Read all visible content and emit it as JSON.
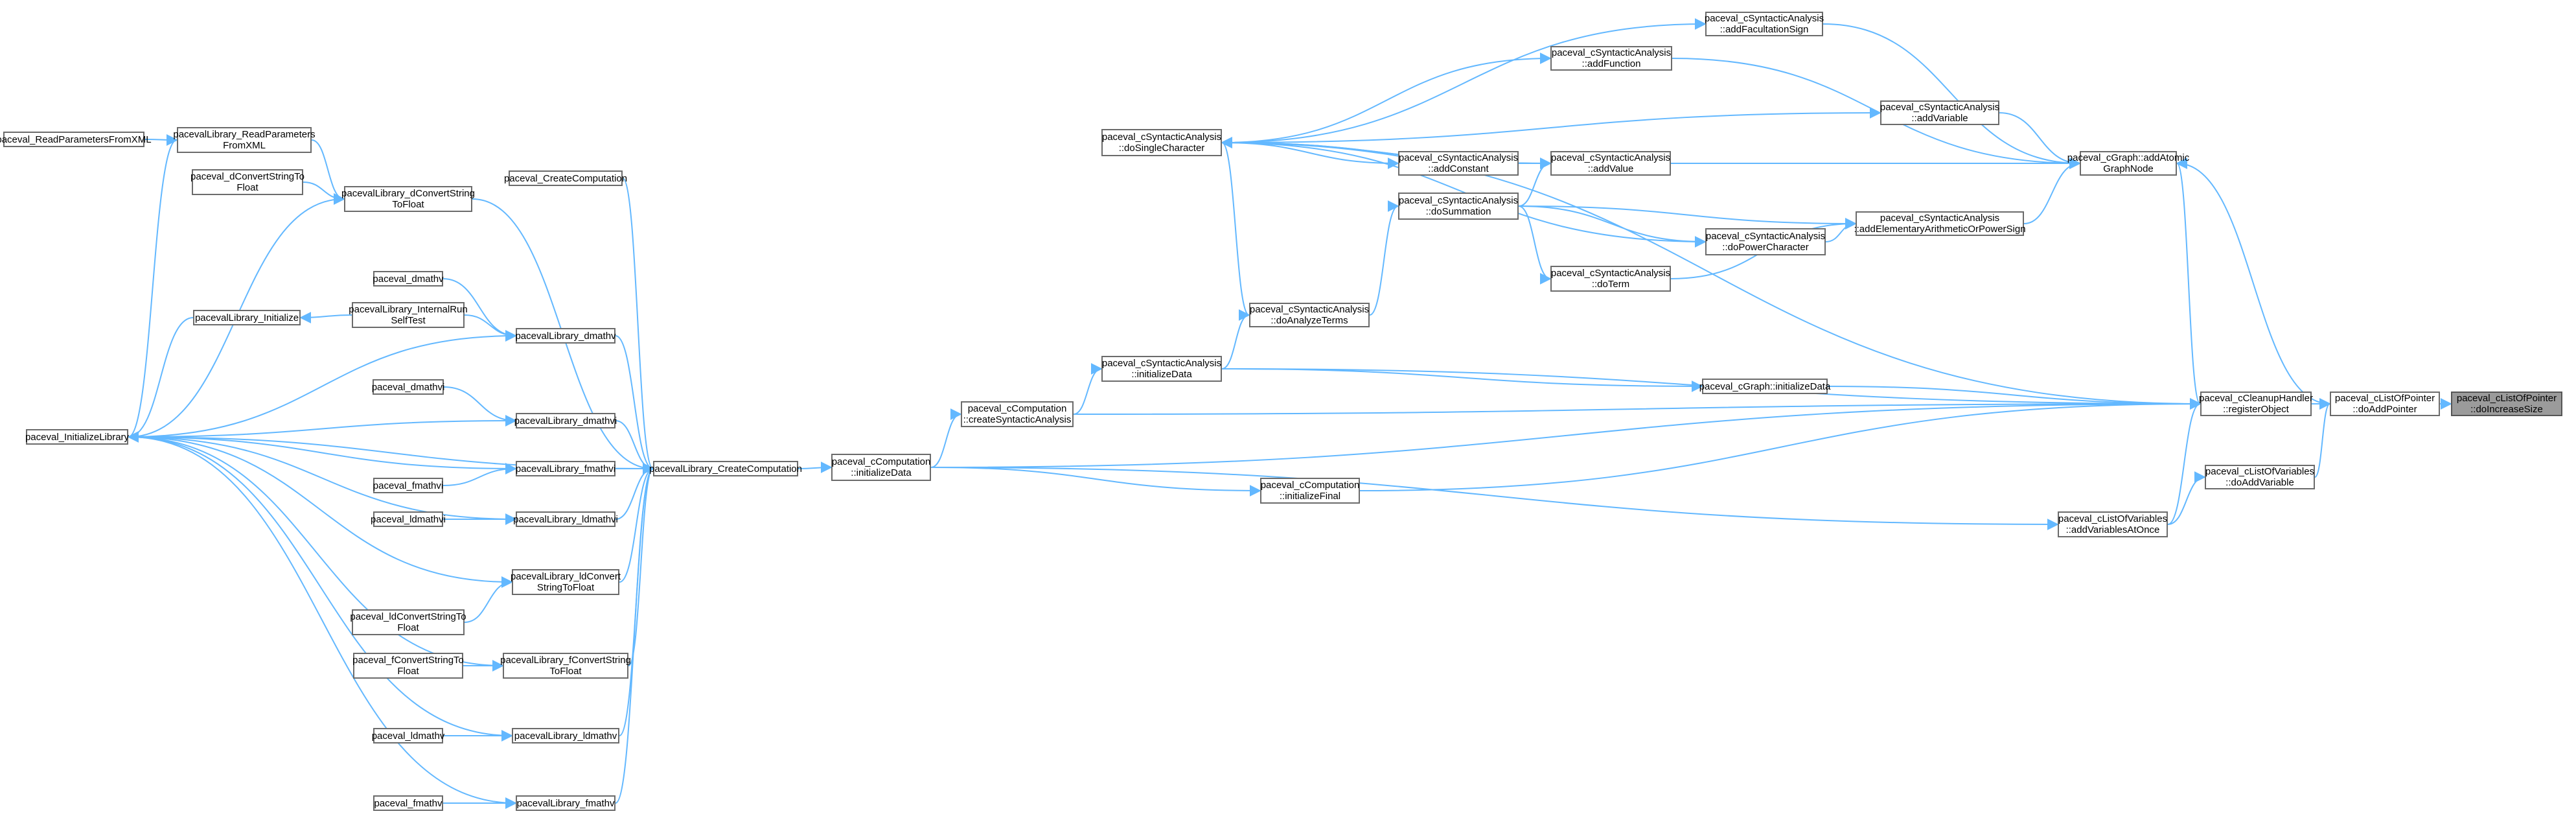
{
  "diagram": {
    "nodes": [
      {
        "id": "n1",
        "label": "paceval_cListOfPointer\n::doIncreaseSize",
        "highlight": true
      },
      {
        "id": "n2",
        "label": "paceval_cListOfPointer\n::doAddPointer"
      },
      {
        "id": "n3",
        "label": "paceval_cGraph::addAtomic\nGraphNode"
      },
      {
        "id": "n4",
        "label": "paceval_cCleanupHandler\n::registerObject"
      },
      {
        "id": "n5",
        "label": "paceval_cListOfVariables\n::doAddVariable"
      },
      {
        "id": "n6",
        "label": "paceval_cSyntacticAnalysis\n::addFacultationSign"
      },
      {
        "id": "n7",
        "label": "paceval_cSyntacticAnalysis\n::addFunction"
      },
      {
        "id": "n8",
        "label": "paceval_cSyntacticAnalysis\n::addVariable"
      },
      {
        "id": "n9",
        "label": "paceval_cSyntacticAnalysis\n::addValue"
      },
      {
        "id": "n10",
        "label": "paceval_cSyntacticAnalysis\n::addElementaryArithmeticOrPowerSign"
      },
      {
        "id": "n11",
        "label": "paceval_cSyntacticAnalysis\n::doSingleCharacter"
      },
      {
        "id": "n12",
        "label": "paceval_cSyntacticAnalysis\n::addConstant"
      },
      {
        "id": "n13",
        "label": "paceval_cSyntacticAnalysis\n::doSummation"
      },
      {
        "id": "n14",
        "label": "paceval_cSyntacticAnalysis\n::doPowerCharacter"
      },
      {
        "id": "n15",
        "label": "paceval_cSyntacticAnalysis\n::doTerm"
      },
      {
        "id": "n16",
        "label": "paceval_cSyntacticAnalysis\n::doAnalyzeTerms"
      },
      {
        "id": "n17",
        "label": "paceval_cSyntacticAnalysis\n::initializeData"
      },
      {
        "id": "n18",
        "label": "paceval_cGraph::initializeData"
      },
      {
        "id": "n19",
        "label": "paceval_cComputation\n::createSyntacticAnalysis"
      },
      {
        "id": "n20",
        "label": "paceval_cComputation\n::initializeData"
      },
      {
        "id": "n21",
        "label": "paceval_cComputation\n::initializeFinal"
      },
      {
        "id": "n22",
        "label": "paceval_cListOfVariables\n::addVariablesAtOnce"
      },
      {
        "id": "n23",
        "label": "pacevalLibrary_CreateComputation"
      },
      {
        "id": "n24",
        "label": "paceval_CreateComputation"
      },
      {
        "id": "n25",
        "label": "pacevalLibrary_dConvertString\nToFloat"
      },
      {
        "id": "n26",
        "label": "pacevalLibrary_ReadParameters\nFromXML"
      },
      {
        "id": "n27",
        "label": "paceval_ReadParametersFromXML"
      },
      {
        "id": "n28",
        "label": "paceval_dConvertStringTo\nFloat"
      },
      {
        "id": "n29",
        "label": "paceval_InitializeLibrary"
      },
      {
        "id": "n30",
        "label": "pacevalLibrary_Initialize"
      },
      {
        "id": "n31",
        "label": "pacevalLibrary_InternalRun\nSelfTest"
      },
      {
        "id": "n32",
        "label": "paceval_dmathv"
      },
      {
        "id": "n33",
        "label": "pacevalLibrary_dmathv"
      },
      {
        "id": "n34",
        "label": "paceval_dmathvi"
      },
      {
        "id": "n35",
        "label": "pacevalLibrary_dmathvi"
      },
      {
        "id": "n36",
        "label": "paceval_fmathvi"
      },
      {
        "id": "n37",
        "label": "pacevalLibrary_fmathvi"
      },
      {
        "id": "n38",
        "label": "paceval_ldmathvi"
      },
      {
        "id": "n39",
        "label": "pacevalLibrary_ldmathvi"
      },
      {
        "id": "n40",
        "label": "pacevalLibrary_ldConvert\nStringToFloat"
      },
      {
        "id": "n41",
        "label": "paceval_ldConvertStringTo\nFloat"
      },
      {
        "id": "n42",
        "label": "paceval_fConvertStringTo\nFloat"
      },
      {
        "id": "n43",
        "label": "pacevalLibrary_fConvertString\nToFloat"
      },
      {
        "id": "n44",
        "label": "paceval_ldmathv"
      },
      {
        "id": "n45",
        "label": "pacevalLibrary_ldmathv"
      },
      {
        "id": "n46",
        "label": "paceval_fmathv"
      },
      {
        "id": "n47",
        "label": "pacevalLibrary_fmathv"
      }
    ],
    "edges": [
      [
        "n2",
        "n1"
      ],
      [
        "n3",
        "n2"
      ],
      [
        "n4",
        "n2"
      ],
      [
        "n5",
        "n2"
      ],
      [
        "n4",
        "n3"
      ],
      [
        "n6",
        "n3"
      ],
      [
        "n7",
        "n3"
      ],
      [
        "n8",
        "n3"
      ],
      [
        "n9",
        "n3"
      ],
      [
        "n10",
        "n3"
      ],
      [
        "n11",
        "n4"
      ],
      [
        "n17",
        "n4"
      ],
      [
        "n18",
        "n4"
      ],
      [
        "n19",
        "n4"
      ],
      [
        "n20",
        "n4"
      ],
      [
        "n21",
        "n4"
      ],
      [
        "n22",
        "n4"
      ],
      [
        "n22",
        "n5"
      ],
      [
        "n11",
        "n6"
      ],
      [
        "n11",
        "n7"
      ],
      [
        "n11",
        "n8"
      ],
      [
        "n11",
        "n9"
      ],
      [
        "n12",
        "n9"
      ],
      [
        "n13",
        "n9"
      ],
      [
        "n13",
        "n10"
      ],
      [
        "n14",
        "n10"
      ],
      [
        "n15",
        "n10"
      ],
      [
        "n16",
        "n11"
      ],
      [
        "n14",
        "n11"
      ],
      [
        "n9",
        "n11"
      ],
      [
        "n11",
        "n12"
      ],
      [
        "n16",
        "n13"
      ],
      [
        "n13",
        "n14"
      ],
      [
        "n13",
        "n15"
      ],
      [
        "n17",
        "n16"
      ],
      [
        "n19",
        "n17"
      ],
      [
        "n17",
        "n18"
      ],
      [
        "n20",
        "n19"
      ],
      [
        "n20",
        "n21"
      ],
      [
        "n20",
        "n22"
      ],
      [
        "n23",
        "n20"
      ],
      [
        "n24",
        "n23"
      ],
      [
        "n25",
        "n23"
      ],
      [
        "n29",
        "n23"
      ],
      [
        "n33",
        "n23"
      ],
      [
        "n35",
        "n23"
      ],
      [
        "n37",
        "n23"
      ],
      [
        "n39",
        "n23"
      ],
      [
        "n40",
        "n23"
      ],
      [
        "n43",
        "n23"
      ],
      [
        "n45",
        "n23"
      ],
      [
        "n47",
        "n23"
      ],
      [
        "n26",
        "n25"
      ],
      [
        "n28",
        "n25"
      ],
      [
        "n29",
        "n25"
      ],
      [
        "n27",
        "n26"
      ],
      [
        "n29",
        "n26"
      ],
      [
        "n30",
        "n29"
      ],
      [
        "n31",
        "n30"
      ],
      [
        "n31",
        "n33"
      ],
      [
        "n32",
        "n33"
      ],
      [
        "n29",
        "n33"
      ],
      [
        "n34",
        "n35"
      ],
      [
        "n29",
        "n35"
      ],
      [
        "n36",
        "n37"
      ],
      [
        "n29",
        "n37"
      ],
      [
        "n38",
        "n39"
      ],
      [
        "n29",
        "n39"
      ],
      [
        "n41",
        "n40"
      ],
      [
        "n29",
        "n40"
      ],
      [
        "n42",
        "n43"
      ],
      [
        "n29",
        "n43"
      ],
      [
        "n44",
        "n45"
      ],
      [
        "n29",
        "n45"
      ],
      [
        "n46",
        "n47"
      ],
      [
        "n29",
        "n47"
      ]
    ]
  }
}
